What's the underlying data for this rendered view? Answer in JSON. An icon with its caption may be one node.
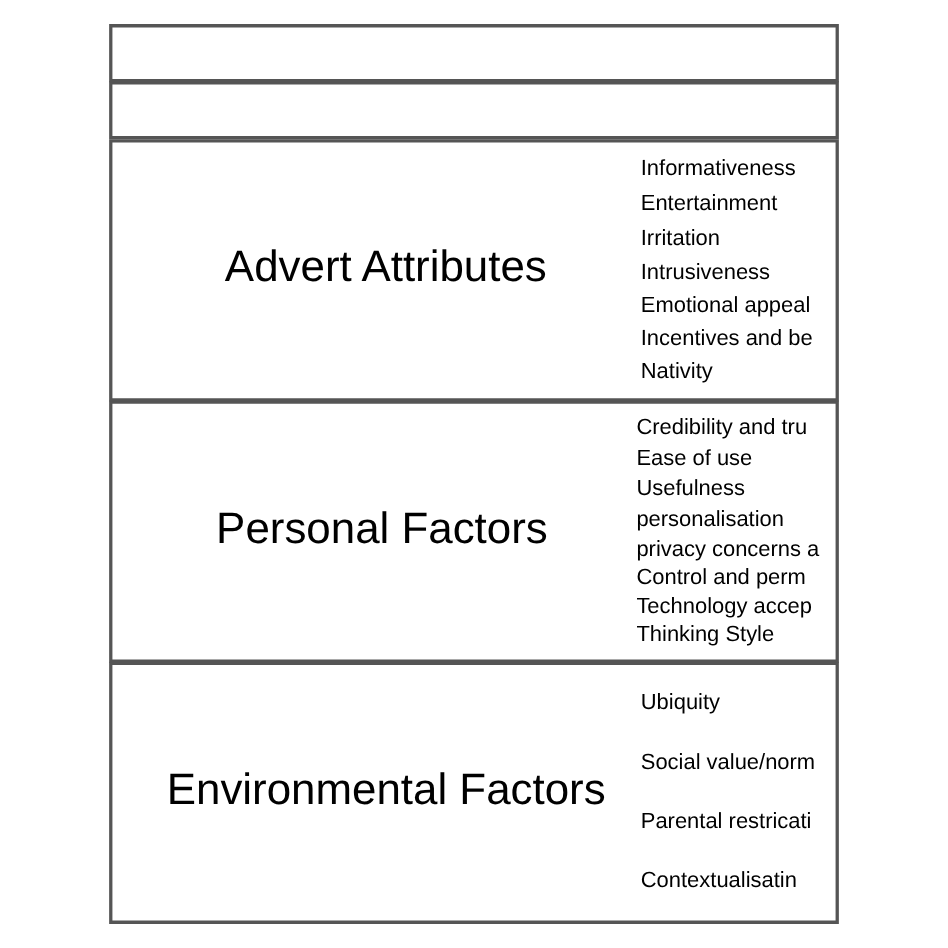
{
  "diagram": {
    "nodes": [
      {
        "text": [
          "Environmental Factors",
          "Ubiquity",
          "Social value/norm",
          "Parental restricati",
          "Contextualisatin"
        ]
      },
      {
        "text": [
          "Personal Factors",
          "Credibility and tru",
          "Ease of use",
          "Usefulness",
          "personalisation",
          "privacy concerns a",
          "Control and perm",
          "Technology accep",
          "Thinking Style"
        ]
      },
      {
        "text": [
          "Advert Attributes",
          "Informativeness",
          "Entertainment",
          "Irritation",
          "Intrusiveness",
          "Emotional appeal",
          "Incentives and be",
          "Nativity"
        ]
      },
      {
        "text": [],
        "shape": "box"
      },
      {
        "text": [],
        "shape": "box"
      }
    ]
  }
}
